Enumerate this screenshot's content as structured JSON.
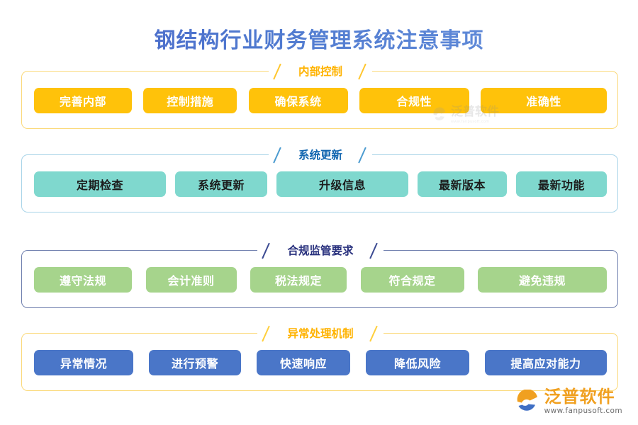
{
  "page": {
    "title": "钢结构行业财务管理系统注意事项",
    "title_color": "#4f72cc",
    "background": "#ffffff"
  },
  "sections": [
    {
      "key": "internal-control",
      "heading": "内部控制",
      "heading_color": "#ffb300",
      "frame_color": "#fbd97a",
      "pill_bg": "#ffc20a",
      "pill_text_color": "#ffffff",
      "items": [
        {
          "label": "完善内部"
        },
        {
          "label": "控制措施"
        },
        {
          "label": "确保系统"
        },
        {
          "label": "合规性"
        },
        {
          "label": "准确性"
        }
      ]
    },
    {
      "key": "system-update",
      "heading": "系统更新",
      "heading_color": "#1266b0",
      "frame_color": "#a8d4e8",
      "pill_bg": "#7fd8ce",
      "pill_text_color": "#1c1c1c",
      "items": [
        {
          "label": "定期检查"
        },
        {
          "label": "系统更新"
        },
        {
          "label": "升级信息"
        },
        {
          "label": "最新版本"
        },
        {
          "label": "最新功能"
        }
      ]
    },
    {
      "key": "compliance-requirements",
      "heading": "合规监管要求",
      "heading_color": "#28307d",
      "frame_color": "#6f7fae",
      "pill_bg": "#a6d48c",
      "pill_text_color": "#ffffff",
      "items": [
        {
          "label": "遵守法规"
        },
        {
          "label": "会计准则"
        },
        {
          "label": "税法规定"
        },
        {
          "label": "符合规定"
        },
        {
          "label": "避免违规"
        }
      ]
    },
    {
      "key": "exception-handling",
      "heading": "异常处理机制",
      "heading_color": "#ffb300",
      "frame_color": "#fbd97a",
      "pill_bg": "#4a76c8",
      "pill_text_color": "#ffffff",
      "items": [
        {
          "label": "异常情况"
        },
        {
          "label": "进行预警"
        },
        {
          "label": "快速响应"
        },
        {
          "label": "降低风险"
        },
        {
          "label": "提高应对能力"
        }
      ]
    }
  ],
  "watermark": {
    "name": "泛普软件",
    "url": "www.fanpusoft.com"
  },
  "brand": {
    "name": "泛普软件",
    "url": "www.fanpusoft.com",
    "name_color": "#f0a020"
  }
}
